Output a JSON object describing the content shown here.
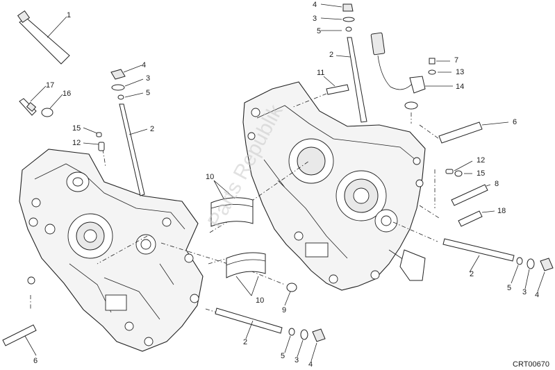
{
  "diagram_code": "CRT00670",
  "watermark": "Parts Republik",
  "labels": {
    "l1": "1",
    "l2a": "2",
    "l2b": "2",
    "l2c": "2",
    "l2d": "2",
    "l3a": "3",
    "l3b": "3",
    "l3c": "3",
    "l3d": "3",
    "l4a": "4",
    "l4b": "4",
    "l4c": "4",
    "l4d": "4",
    "l5a": "5",
    "l5b": "5",
    "l5c": "5",
    "l5d": "5",
    "l6a": "6",
    "l6b": "6",
    "l7": "7",
    "l8": "8",
    "l9": "9",
    "l10a": "10",
    "l10b": "10",
    "l11": "11",
    "l12a": "12",
    "l12b": "12",
    "l13": "13",
    "l14": "14",
    "l15a": "15",
    "l15b": "15",
    "l16": "16",
    "l17": "17",
    "l18": "18"
  }
}
